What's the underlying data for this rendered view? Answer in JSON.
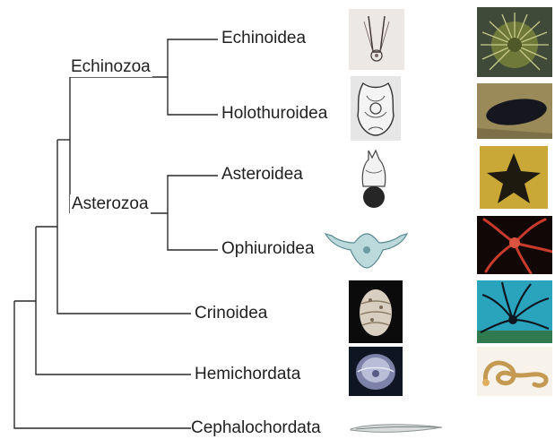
{
  "clades": {
    "echinozoa": "Echinozoa",
    "asterozoa": "Asterozoa"
  },
  "taxa": [
    {
      "label": "Echinoidea",
      "larva_photo": "sea-urchin-pluteus-larva",
      "adult_photo": "sea-urchin"
    },
    {
      "label": "Holothuroidea",
      "larva_photo": "sea-cucumber-larva",
      "adult_photo": "sea-cucumber"
    },
    {
      "label": "Asteroidea",
      "larva_photo": "sea-star-larva",
      "adult_photo": "sea-star"
    },
    {
      "label": "Ophiuroidea",
      "larva_photo": "brittle-star-larva",
      "adult_photo": "brittle-star"
    },
    {
      "label": "Crinoidea",
      "larva_photo": "crinoid-larva",
      "adult_photo": "feather-star"
    },
    {
      "label": "Hemichordata",
      "larva_photo": "tornaria-larva",
      "adult_photo": "acorn-worm"
    },
    {
      "label": "Cephalochordata",
      "larva_photo": "lancelet"
    }
  ]
}
